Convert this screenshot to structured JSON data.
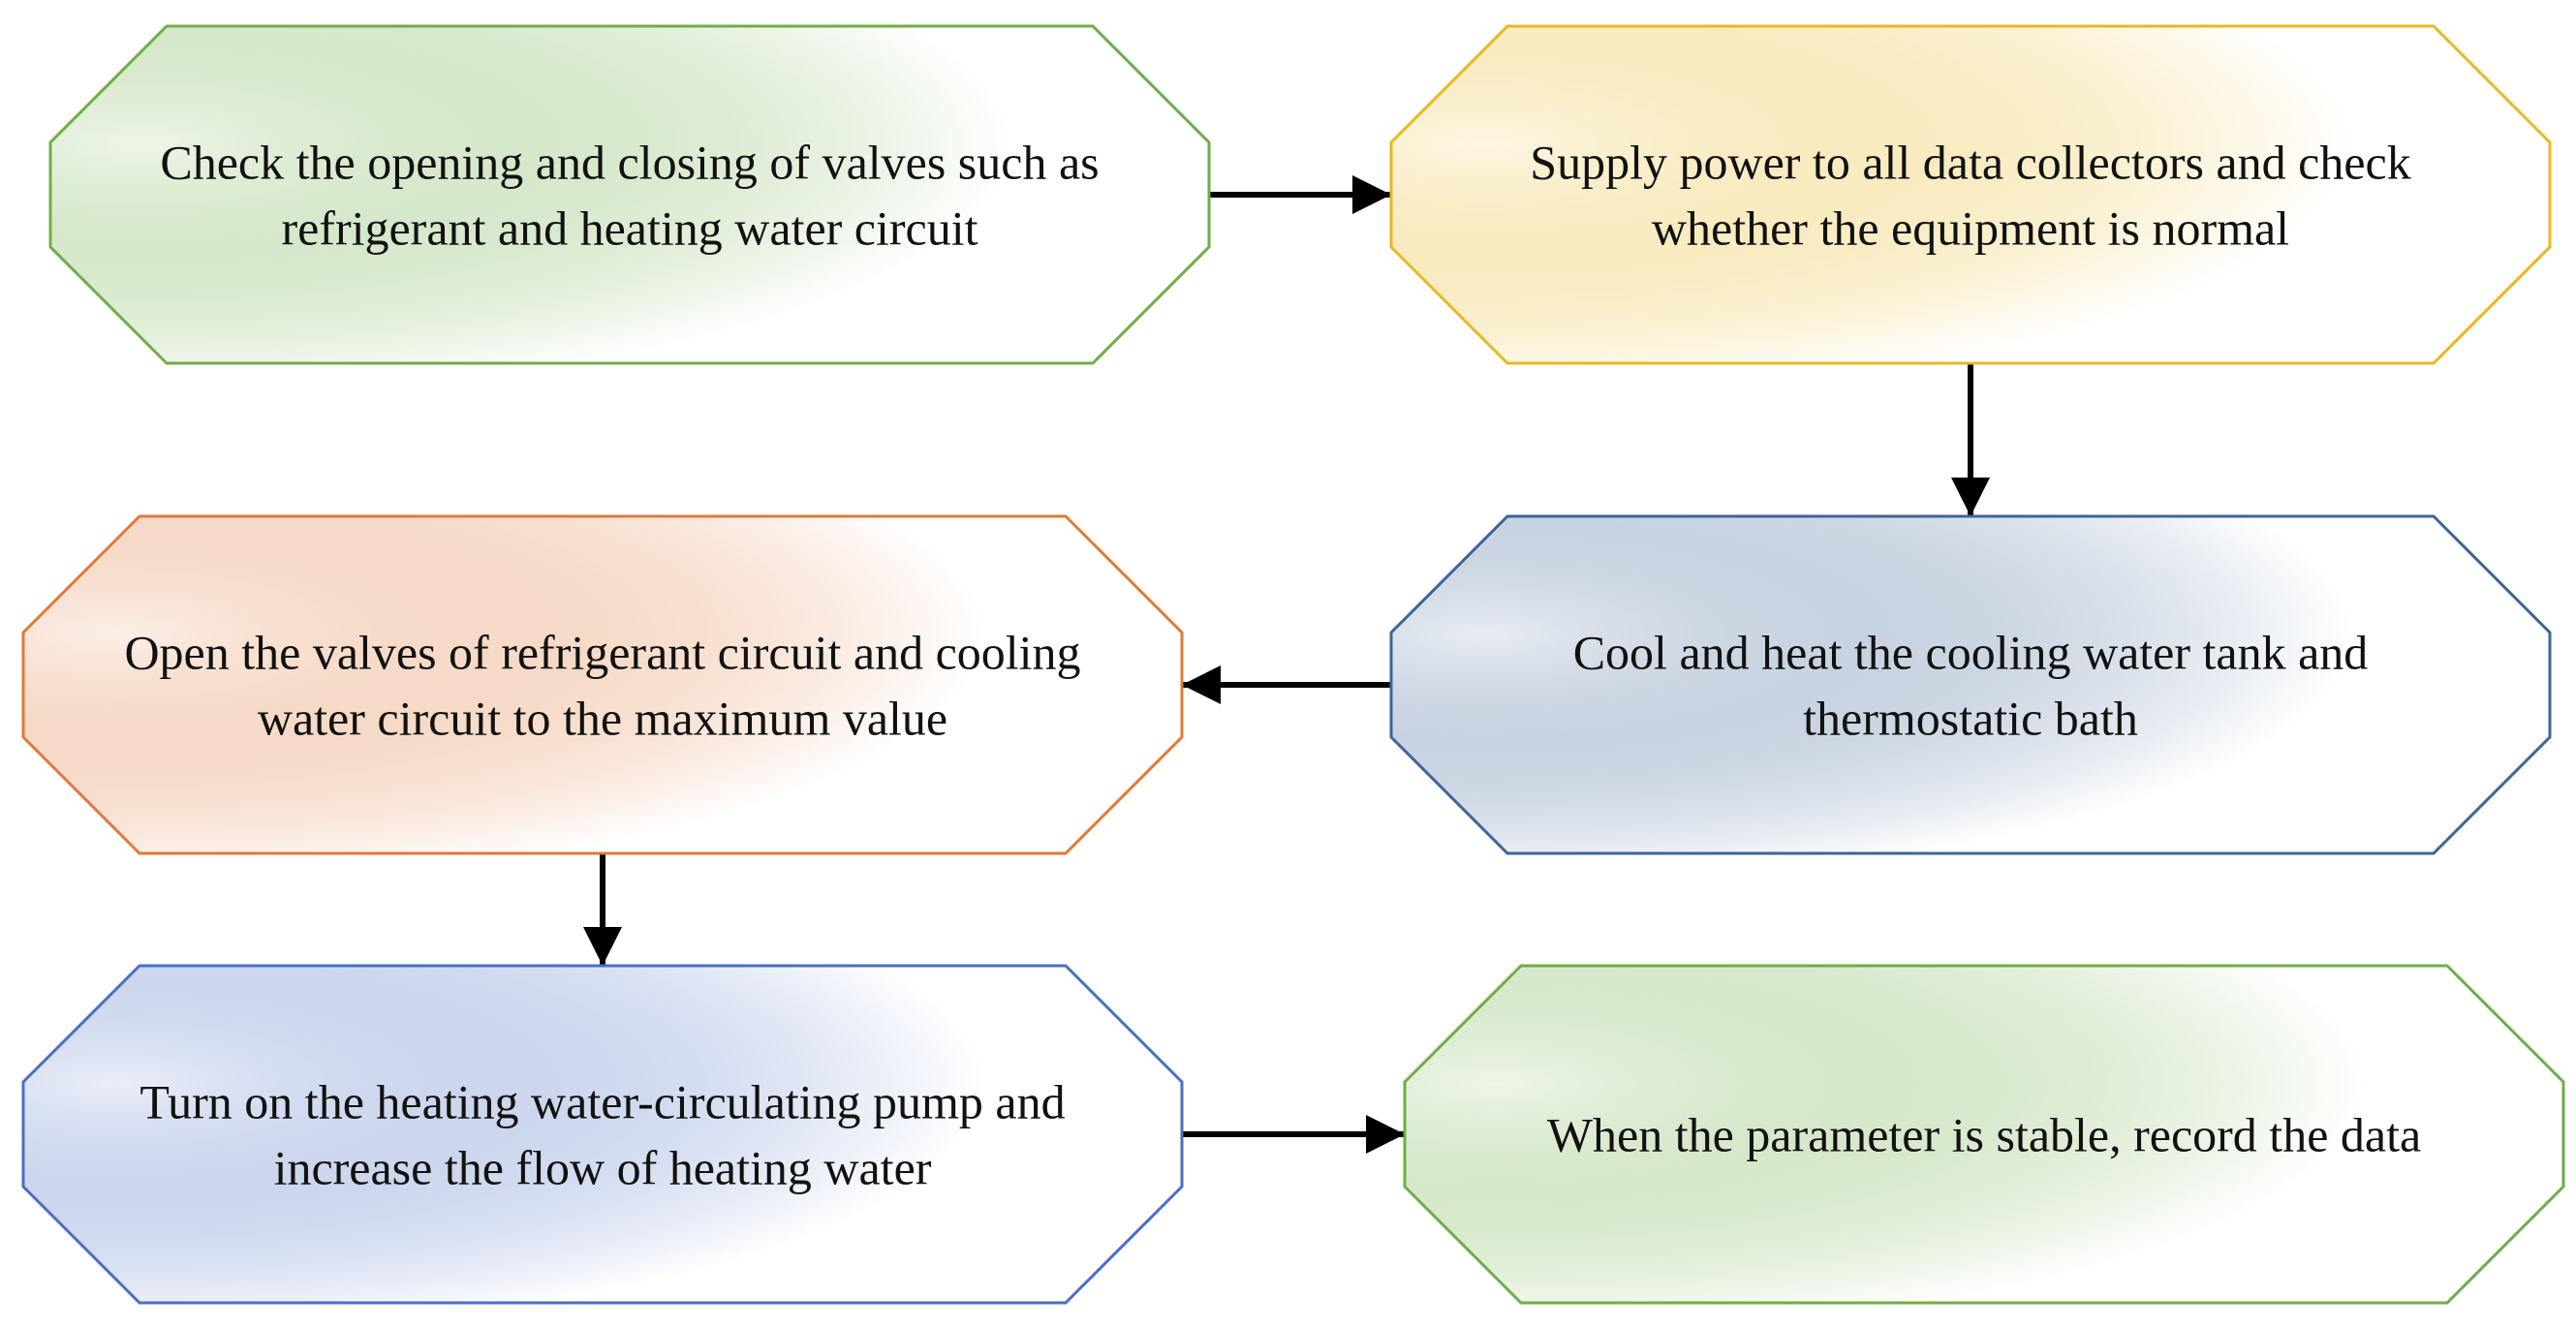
{
  "colors": {
    "green": "#70ad47",
    "gold": "#e8b820",
    "orange": "#e07a38",
    "steel_blue": "#3f6596",
    "blue": "#4a6fc2",
    "arrow": "#000000"
  },
  "steps": [
    {
      "id": "check-valves",
      "color": "green",
      "lines": [
        "Check the opening and closing of valves such as",
        "refrigerant and heating water circuit"
      ]
    },
    {
      "id": "supply-power",
      "color": "gold",
      "lines": [
        "Supply power to all data collectors and check",
        "whether the equipment is normal"
      ]
    },
    {
      "id": "cool-heat",
      "color": "steel_blue",
      "lines": [
        "Cool and heat the cooling water tank and",
        "thermostatic bath"
      ]
    },
    {
      "id": "open-valves",
      "color": "orange",
      "lines": [
        "Open the valves of refrigerant circuit and cooling",
        "water circuit to the maximum value"
      ]
    },
    {
      "id": "turn-on-pump",
      "color": "blue",
      "lines": [
        "Turn on the heating water-circulating pump and",
        "increase the flow of heating water"
      ]
    },
    {
      "id": "record-data",
      "color": "green",
      "lines": [
        "When the parameter is stable, record the data"
      ]
    }
  ],
  "connections": [
    {
      "from": "check-valves",
      "to": "supply-power"
    },
    {
      "from": "supply-power",
      "to": "cool-heat"
    },
    {
      "from": "cool-heat",
      "to": "open-valves"
    },
    {
      "from": "open-valves",
      "to": "turn-on-pump"
    },
    {
      "from": "turn-on-pump",
      "to": "record-data"
    }
  ]
}
